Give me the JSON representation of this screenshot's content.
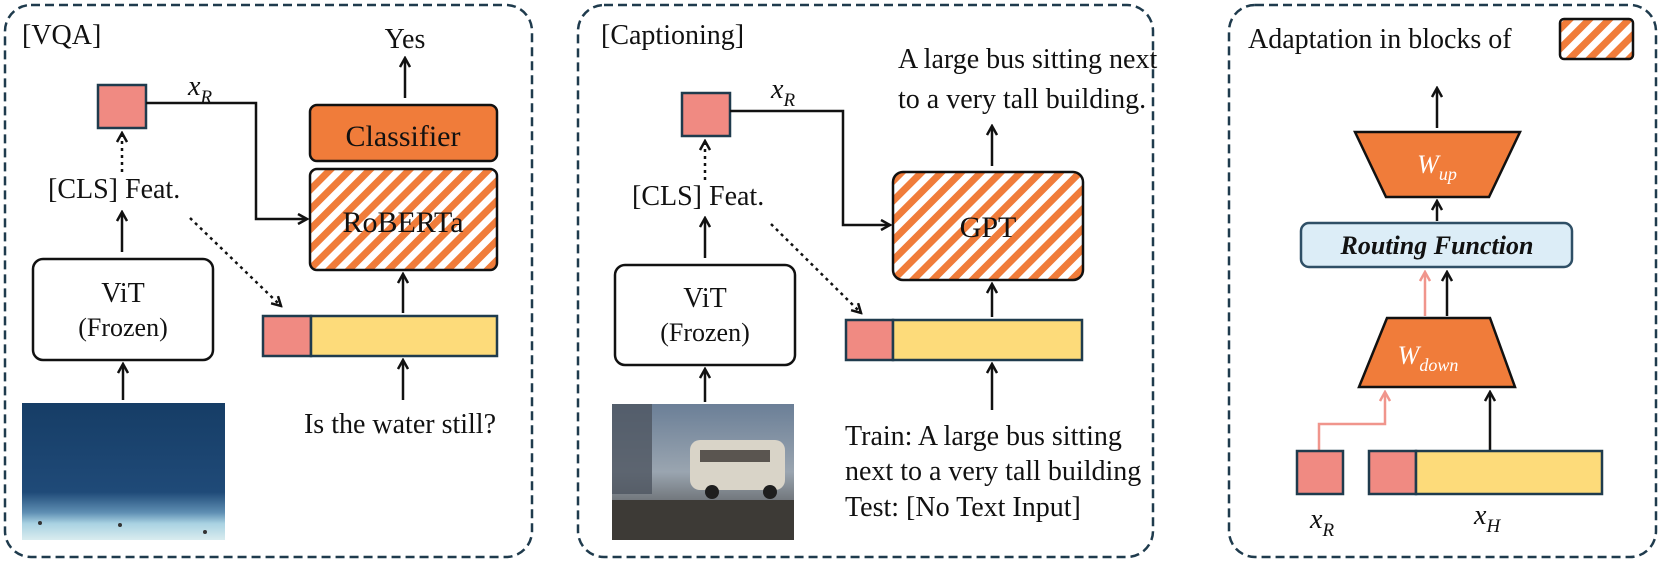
{
  "colors": {
    "panel_border": "#1f3b4d",
    "orange": "#f07c3a",
    "pink": "#f08a82",
    "yellow": "#fddb7a",
    "routing_fill": "#dcedf7",
    "routing_border": "#2f4f66",
    "arrow": "#111111",
    "pink_arrow": "#f0958c"
  },
  "vqa": {
    "tag": "[VQA]",
    "answer": "Yes",
    "xr_label": "x",
    "xr_sub": "R",
    "classifier_label": "Classifier",
    "roberta_label": "RoBERTa",
    "cls_feat_label": "[CLS] Feat.",
    "vit_label": "ViT",
    "vit_frozen": "(Frozen)",
    "question": "Is the water still?",
    "image_desc_icon": "ocean-photo"
  },
  "captioning": {
    "tag": "[Captioning]",
    "output_line1": "A large bus sitting next",
    "output_line2": "to a very tall building.",
    "xr_label": "x",
    "xr_sub": "R",
    "gpt_label": "GPT",
    "cls_feat_label": "[CLS] Feat.",
    "vit_label": "ViT",
    "vit_frozen": "(Frozen)",
    "train_line1": "Train: A large bus sitting",
    "train_line2": "next to a very tall building",
    "test_line": "Test: [No Text Input]",
    "image_desc_icon": "bus-photo"
  },
  "adapter": {
    "title": "Adaptation in blocks of",
    "w_up": "W",
    "w_up_sub": "up",
    "routing": "Routing Function",
    "w_down": "W",
    "w_down_sub": "down",
    "xr_label": "x",
    "xr_sub": "R",
    "xh_label": "x",
    "xh_sub": "H"
  }
}
